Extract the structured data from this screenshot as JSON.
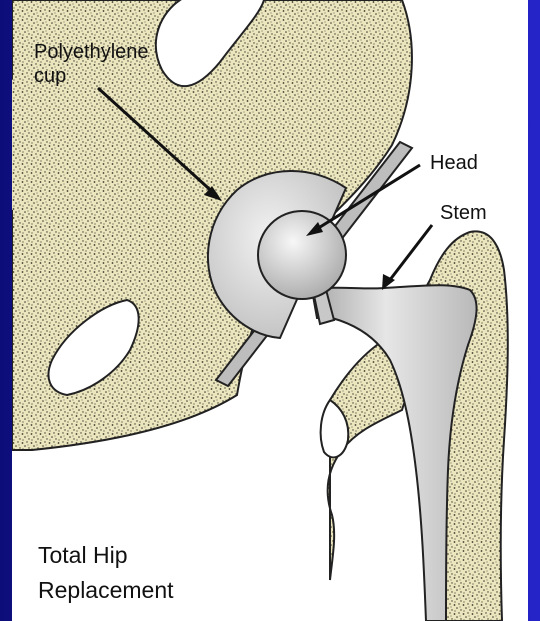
{
  "labels": {
    "cup_line1": "Polyethylene",
    "cup_line2": "cup",
    "head": "Head",
    "stem": "Stem"
  },
  "caption": {
    "line1": "Total Hip",
    "line2": "Replacement"
  },
  "colors": {
    "frame": "#1a1aa0",
    "bone": "#ece6bf",
    "bone_speckle": "#3a3a2c",
    "implant": "#cfcfcf",
    "ink": "#111111"
  }
}
